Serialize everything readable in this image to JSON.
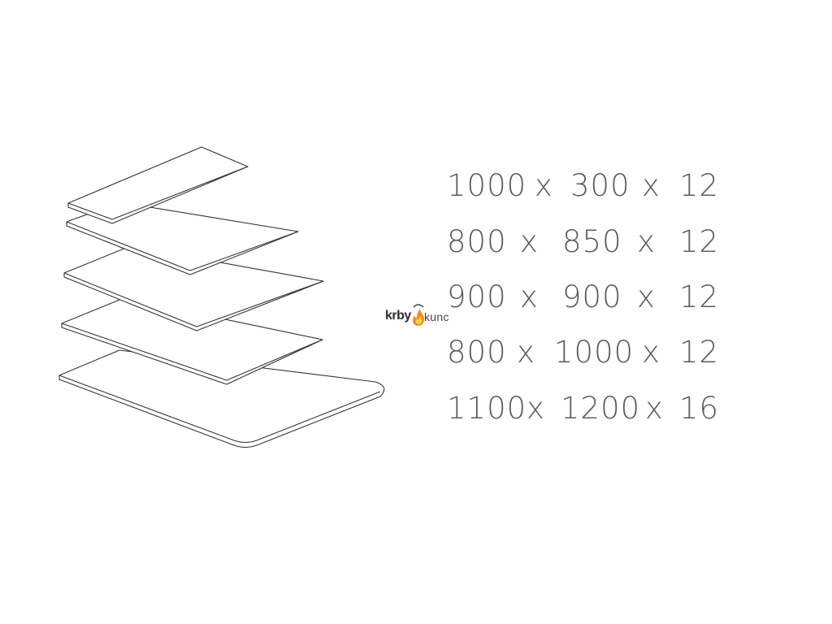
{
  "logo": {
    "brand_part1": "krby",
    "brand_part2": "kunc",
    "flame_icon": "flame-icon",
    "colors": {
      "flame_outer": "#f28c1e",
      "flame_inner": "#fcd34d",
      "text": "#2f2f2f"
    }
  },
  "dimension_separator": "x",
  "dimensions": [
    {
      "width": "1000",
      "depth": "300",
      "thickness": "12"
    },
    {
      "width": "800",
      "depth": "850",
      "thickness": "12"
    },
    {
      "width": "900",
      "depth": "900",
      "thickness": "12"
    },
    {
      "width": "800",
      "depth": "1000",
      "thickness": "12"
    },
    {
      "width": "1100",
      "depth": "1200",
      "thickness": "16"
    }
  ],
  "colors": {
    "plate_stroke": "#333333",
    "plate_fill": "#ffffff",
    "dimension_text": "#5c5c5c"
  }
}
